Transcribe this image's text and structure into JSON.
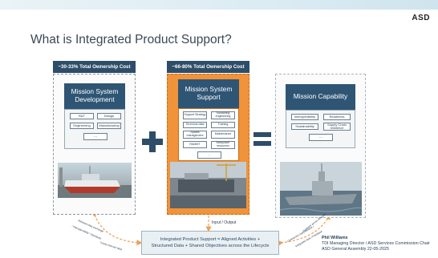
{
  "logo": "ASD",
  "title": "What is Integrated Product Support?",
  "columns": {
    "left": {
      "header": "~30-33% Total Ownership Cost",
      "main": "Mission System Development",
      "cells": [
        "R&T",
        "Design",
        "Engineering",
        "Manufacturing",
        "..."
      ]
    },
    "middle": {
      "header": "~66-80% Total Ownership Cost",
      "main": "Mission System Support",
      "cells": [
        "Support Strategy",
        "Sustaining engineering",
        "Technical data",
        "Training",
        "Spares management",
        "Maintenance",
        "RAMMT",
        "Manpower resources",
        "..."
      ]
    },
    "right": {
      "main": "Mission Capability",
      "cells": [
        "Interoperability",
        "Readiness",
        "Sustainability",
        "Supply Chain resilience",
        "..."
      ]
    }
  },
  "io_label": "Input / Output",
  "bottom": {
    "line1": "Integrated Product Support = Aligned Activities +",
    "line2": "Structured Data + Shared Objectives across the Lifecycle"
  },
  "curved_texts": {
    "left_a": "Relevant data exchange",
    "left_b": "/ Interoperability / Standards",
    "left_c": "Timely relevant data",
    "right_a": "Continuous improvement /",
    "right_b": "Integrated data / Feedback",
    "right_c": "feedback across lifecycle"
  },
  "signature": {
    "name": "Phil Williams",
    "role": "TDI Managing Director / ASD Services Commission Chair",
    "event": "ASD General Assembly 22-05-2025"
  },
  "colors": {
    "navy": "#2d4d68",
    "box_blue": "#2f5574",
    "orange": "#f0933a",
    "arrow_orange": "#f0a050"
  }
}
